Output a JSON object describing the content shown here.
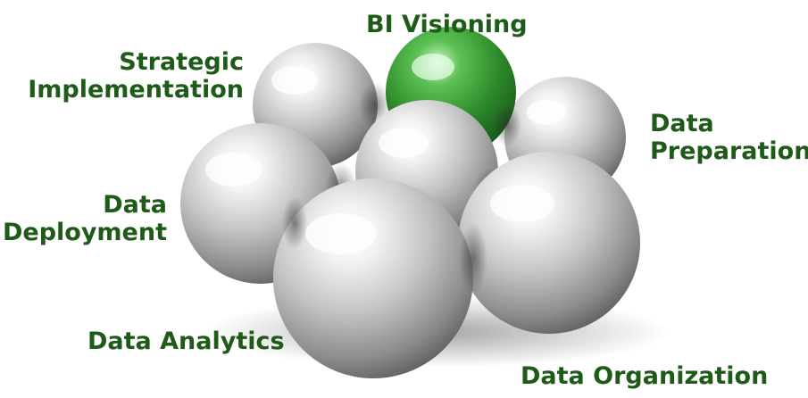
{
  "diagram": {
    "center_label": "BI Visioning",
    "stages": [
      {
        "id": "strategic-implementation",
        "lines": [
          "Strategic",
          "Implementation"
        ]
      },
      {
        "id": "data-preparation",
        "lines": [
          "Data",
          "Preparation"
        ]
      },
      {
        "id": "data-deployment",
        "lines": [
          "Data",
          "Deployment"
        ]
      },
      {
        "id": "data-analytics",
        "lines": [
          "Data Analytics"
        ]
      },
      {
        "id": "data-organization",
        "lines": [
          "Data Organization"
        ]
      }
    ]
  },
  "colors": {
    "label_text": "#1e5a18",
    "highlight_sphere": "#3fa03c",
    "sphere": "#c8c8c8",
    "background": "#ffffff"
  }
}
